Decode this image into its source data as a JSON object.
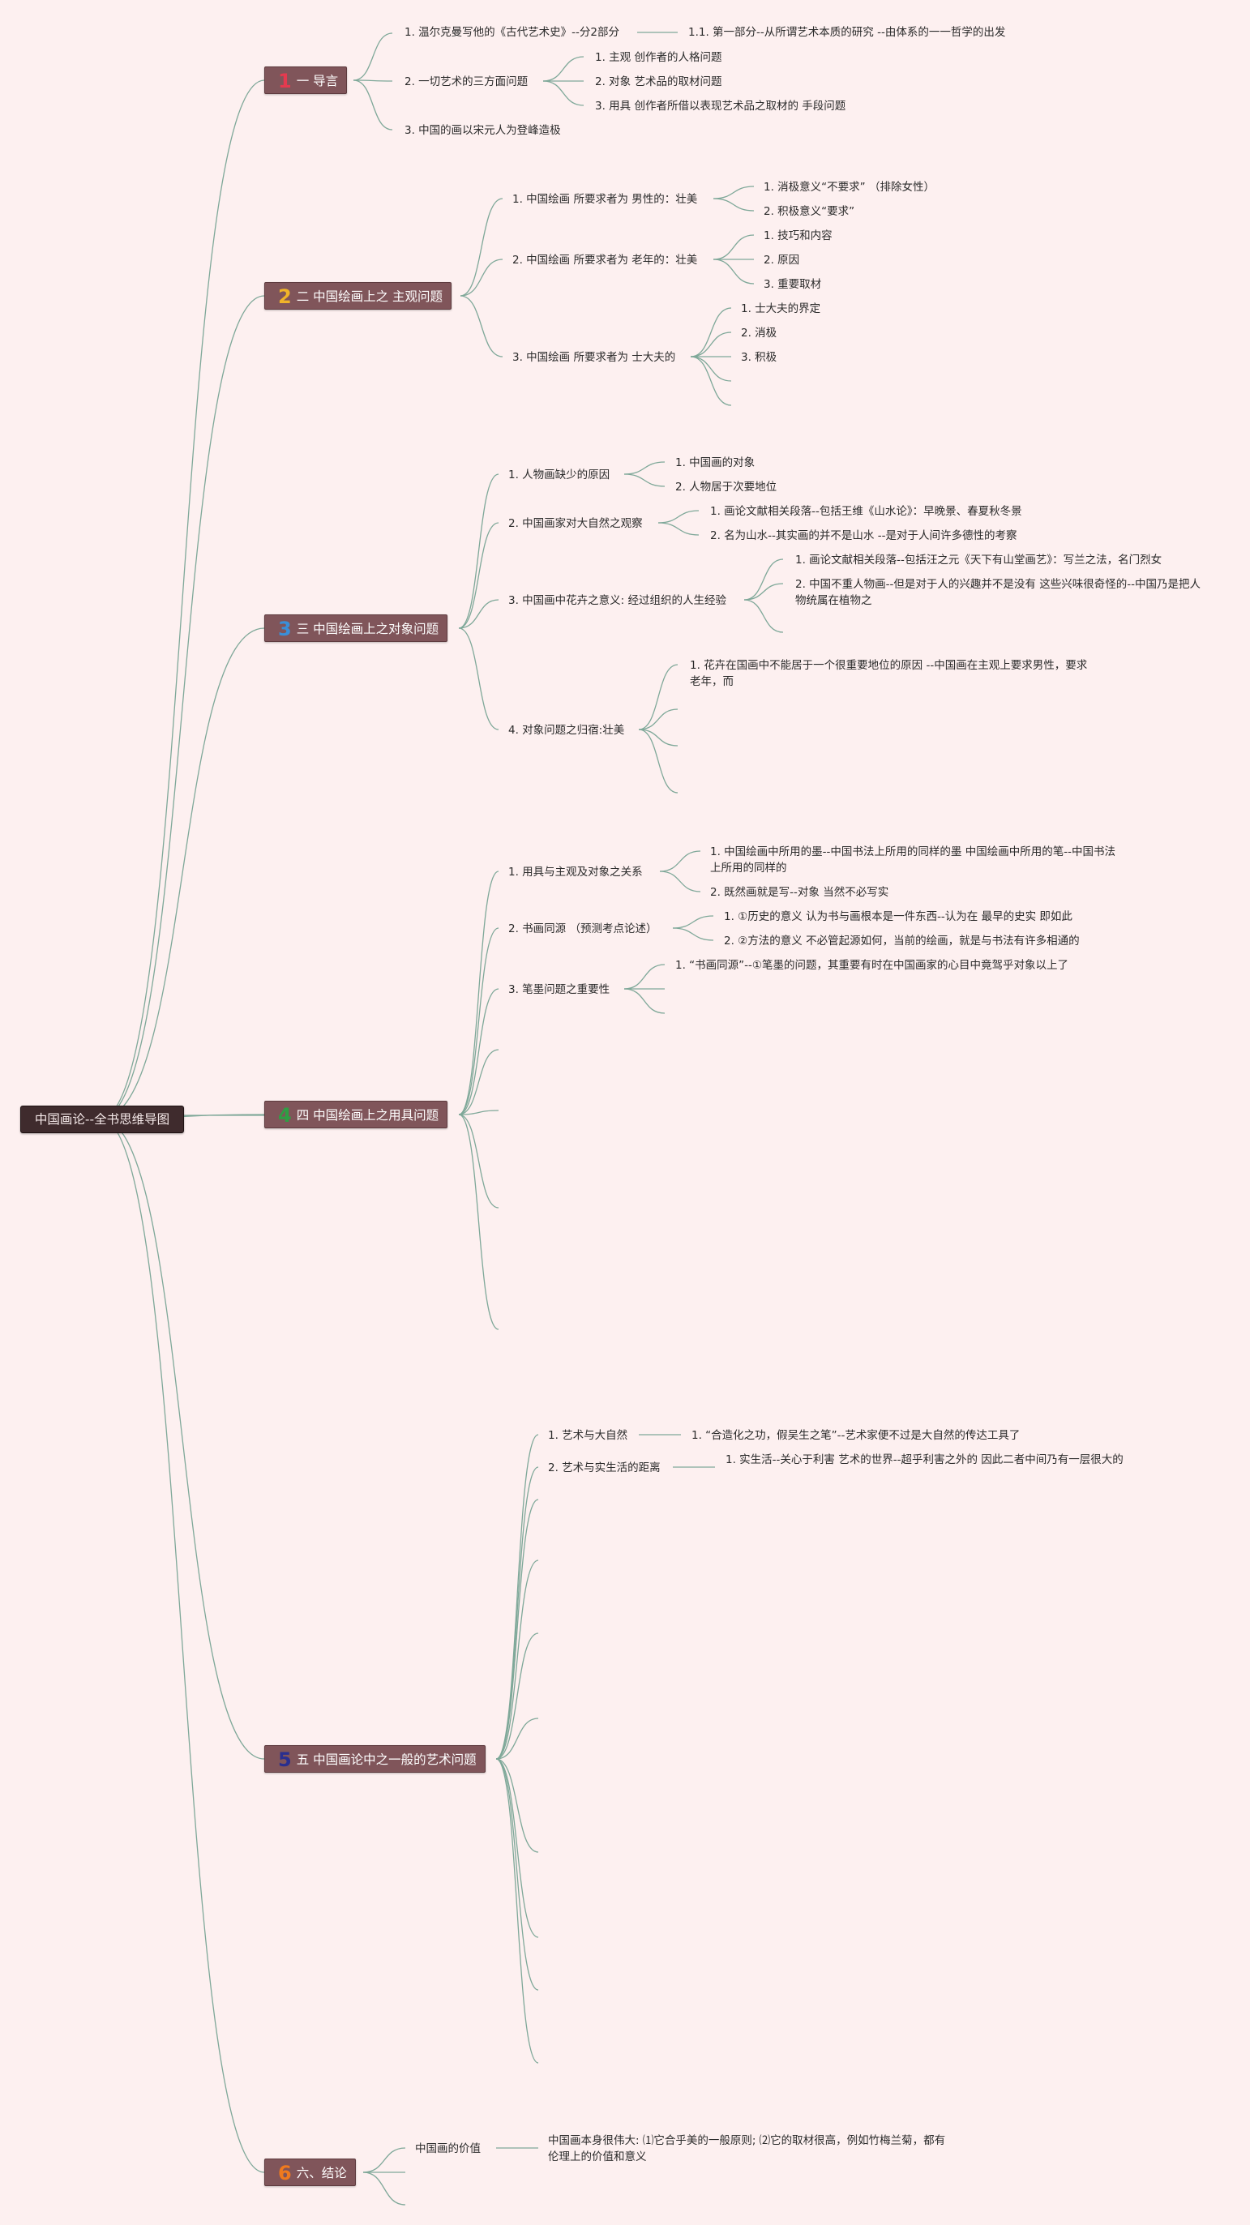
{
  "root": {
    "label": "中国画论--全书思维导图"
  },
  "topics": [
    {
      "number": "1",
      "number_color": "#e43a4f",
      "label": "一 导言",
      "children": [
        {
          "label": "1. 温尔克曼写他的《古代艺术史》--分2部分",
          "children": [
            {
              "label": "1.1. 第一部分--从所谓艺术本质的研究 --由体系的一一哲学的出发"
            }
          ]
        },
        {
          "label": "2. 一切艺术的三方面问题",
          "children": [
            {
              "label": "1. 主观 创作者的人格问题"
            },
            {
              "label": "2. 对象 艺术品的取材问题"
            },
            {
              "label": "3. 用具 创作者所借以表现艺术品之取材的 手段问题"
            }
          ]
        },
        {
          "label": "3. 中国的画以宋元人为登峰造极"
        }
      ]
    },
    {
      "number": "2",
      "number_color": "#f0b429",
      "label": "二 中国绘画上之 主观问题",
      "children": [
        {
          "label": "1. 中国绘画 所要求者为 男性的：壮美",
          "children": [
            {
              "label": "1. 消极意义“不要求” （排除女性）"
            },
            {
              "label": "2. 积极意义“要求”"
            }
          ]
        },
        {
          "label": "2. 中国绘画 所要求者为 老年的：壮美",
          "children": [
            {
              "label": "1. 技巧和内容"
            },
            {
              "label": "2. 原因"
            },
            {
              "label": "3. 重要取材"
            }
          ]
        },
        {
          "label": "3. 中国绘画 所要求者为 士大夫的",
          "children": [
            {
              "label": "1. 士大夫的界定"
            },
            {
              "label": "2. 消极"
            },
            {
              "label": "3. 积极"
            }
          ]
        }
      ]
    },
    {
      "number": "3",
      "number_color": "#3a8fd8",
      "label": "三 中国绘画上之对象问题",
      "children": [
        {
          "label": "1. 人物画缺少的原因",
          "children": [
            {
              "label": "1. 中国画的对象"
            },
            {
              "label": "2. 人物居于次要地位"
            }
          ]
        },
        {
          "label": "2. 中国画家对大自然之观察",
          "children": [
            {
              "label": "1. 画论文献相关段落--包括王维《山水论》：早晚景、春夏秋冬景"
            },
            {
              "label": "2. 名为山水--其实画的并不是山水 --是对于人间许多德性的考察"
            }
          ]
        },
        {
          "label": "3. 中国画中花卉之意义: 经过组织的人生经验",
          "children": [
            {
              "label": "1. 画论文献相关段落--包括汪之元《天下有山堂画艺》：写兰之法，名门烈女"
            },
            {
              "label": "2. 中国不重人物画--但是对于人的兴趣并不是没有 这些兴味很奇怪的--中国乃是把人物统属在植物之"
            }
          ]
        },
        {
          "label": "4. 对象问题之归宿:壮美",
          "children": [
            {
              "label": "1. 花卉在国画中不能居于一个很重要地位的原因 --中国画在主观上要求男性，要求老年，而"
            }
          ]
        }
      ]
    },
    {
      "number": "4",
      "number_color": "#2f9e44",
      "label": "四 中国绘画上之用具问题",
      "children": [
        {
          "label": "1. 用具与主观及对象之关系",
          "children": [
            {
              "label": "1. 中国绘画中所用的墨--中国书法上所用的同样的墨 中国绘画中所用的笔--中国书法上所用的同样的"
            },
            {
              "label": "2. 既然画就是写--对象 当然不必写实"
            }
          ]
        },
        {
          "label": "2. 书画同源 （预测考点论述）",
          "children": [
            {
              "label": "1. ①历史的意义 认为书与画根本是一件东西--认为在 最早的史实 即如此"
            },
            {
              "label": "2. ②方法的意义 不必管起源如何，当前的绘画，就是与书法有许多相通的"
            }
          ]
        },
        {
          "label": "3. 笔墨问题之重要性",
          "children": [
            {
              "label": "1. “书画同源”--①笔墨的问题，其重要有时在中国画家的心目中竟驾乎对象以上了"
            }
          ]
        }
      ]
    },
    {
      "number": "5",
      "number_color": "#2a2f8f",
      "label": "五 中国画论中之一般的艺术问题",
      "children": [
        {
          "label": "1. 艺术与大自然",
          "children": [
            {
              "label": "1. “合造化之功，假吴生之笔”--艺术家便不过是大自然的传达工具了"
            }
          ]
        },
        {
          "label": "2. 艺术与实生活的距离",
          "children": [
            {
              "label": "1. 实生活--关心于利害 艺术的世界--超乎利害之外的 因此二者中间乃有一层很大的"
            }
          ]
        }
      ]
    },
    {
      "number": "6",
      "number_color": "#f07a1e",
      "label": "六、结论",
      "children": [
        {
          "label": "中国画的价值",
          "children": [
            {
              "label": "中国画本身很伟大: ⑴它合乎美的一般原则; ⑵它的取材很高，例如竹梅兰菊，都有伦理上的价值和意义"
            }
          ]
        }
      ]
    }
  ]
}
